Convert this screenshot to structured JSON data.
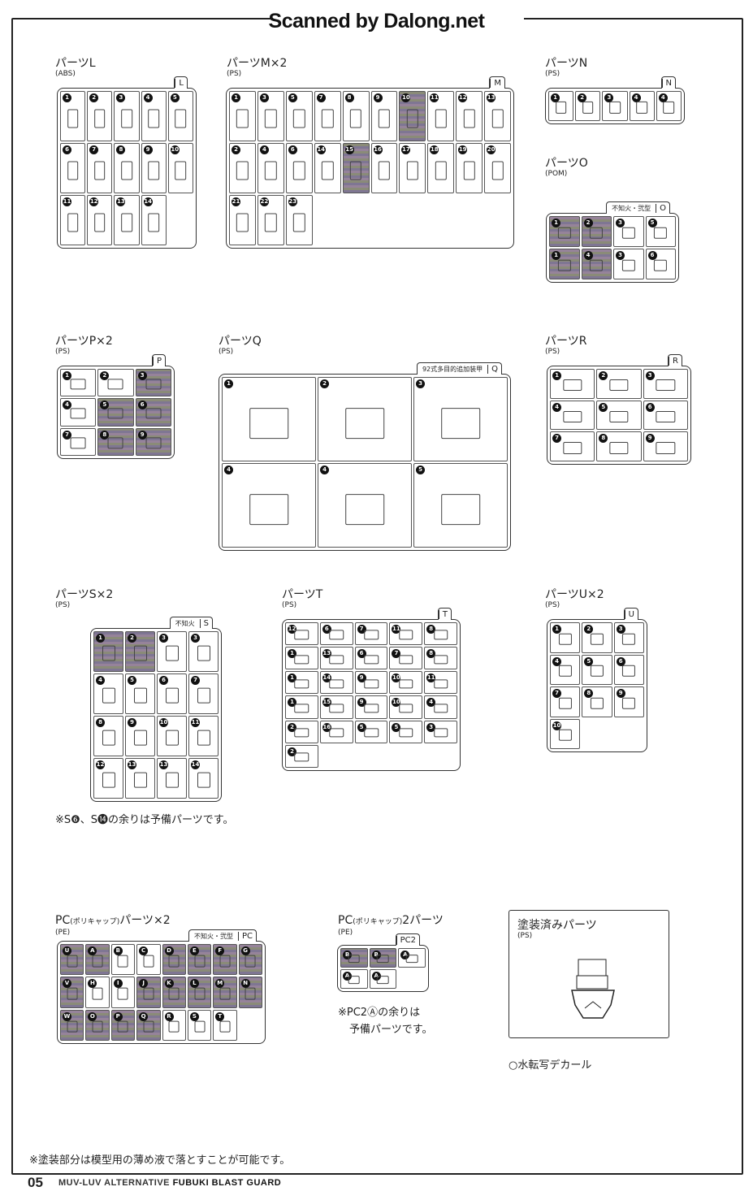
{
  "watermark": "Scanned by Dalong.net",
  "sprues": [
    {
      "id": "L",
      "title": "パーツL",
      "material": "(ABS)",
      "tag_letter": "L",
      "tag_label": "",
      "parts": [
        "1",
        "2",
        "3",
        "4",
        "5",
        "6",
        "7",
        "8",
        "9",
        "10",
        "11",
        "12",
        "13",
        "14"
      ],
      "shaded": []
    },
    {
      "id": "M",
      "title": "パーツM×2",
      "material": "(PS)",
      "tag_letter": "M",
      "tag_label": "",
      "parts": [
        "1",
        "3",
        "5",
        "7",
        "8",
        "9",
        "10",
        "11",
        "12",
        "13",
        "2",
        "4",
        "6",
        "14",
        "15",
        "16",
        "17",
        "18",
        "19",
        "20",
        "21",
        "22",
        "23"
      ],
      "shaded": [
        "10",
        "15"
      ]
    },
    {
      "id": "N",
      "title": "パーツN",
      "material": "(PS)",
      "tag_letter": "N",
      "tag_label": "",
      "parts": [
        "1",
        "2",
        "3",
        "4",
        "4"
      ],
      "shaded": []
    },
    {
      "id": "O",
      "title": "パーツO",
      "material": "(POM)",
      "tag_letter": "O",
      "tag_label": "不知火・弐型",
      "parts": [
        "1",
        "2",
        "3",
        "5",
        "1",
        "4",
        "3",
        "6"
      ],
      "shaded": [
        "1",
        "2",
        "4"
      ]
    },
    {
      "id": "P",
      "title": "パーツP×2",
      "material": "(PS)",
      "tag_letter": "P",
      "tag_label": "",
      "parts": [
        "1",
        "2",
        "3",
        "4",
        "5",
        "6",
        "7",
        "8",
        "9"
      ],
      "shaded": [
        "3",
        "5",
        "6",
        "8",
        "9"
      ]
    },
    {
      "id": "Q",
      "title": "パーツQ",
      "material": "(PS)",
      "tag_letter": "Q",
      "tag_label": "92式多目的追加装甲",
      "parts": [
        "1",
        "2",
        "3",
        "4",
        "4",
        "5"
      ],
      "shaded": []
    },
    {
      "id": "R",
      "title": "パーツR",
      "material": "(PS)",
      "tag_letter": "R",
      "tag_label": "",
      "parts": [
        "1",
        "2",
        "3",
        "4",
        "5",
        "6",
        "7",
        "8",
        "9"
      ],
      "shaded": []
    },
    {
      "id": "S",
      "title": "パーツS×2",
      "material": "(PS)",
      "tag_letter": "S",
      "tag_label": "不知火",
      "parts": [
        "1",
        "2",
        "3",
        "3",
        "4",
        "5",
        "6",
        "7",
        "8",
        "9",
        "10",
        "11",
        "12",
        "13",
        "13",
        "14"
      ],
      "shaded": [
        "1",
        "2"
      ]
    },
    {
      "id": "T",
      "title": "パーツT",
      "material": "(PS)",
      "tag_letter": "T",
      "tag_label": "",
      "parts": [
        "12",
        "6",
        "7",
        "11",
        "8",
        "1",
        "13",
        "6",
        "7",
        "8",
        "1",
        "14",
        "9",
        "10",
        "11",
        "1",
        "15",
        "9",
        "10",
        "4",
        "2",
        "16",
        "5",
        "5",
        "3",
        "2"
      ],
      "shaded": []
    },
    {
      "id": "U",
      "title": "パーツU×2",
      "material": "(PS)",
      "tag_letter": "U",
      "tag_label": "",
      "parts": [
        "1",
        "2",
        "3",
        "4",
        "5",
        "6",
        "7",
        "8",
        "9",
        "10"
      ],
      "shaded": []
    },
    {
      "id": "PC",
      "title": "PC",
      "title_small": "(ポリキャップ)",
      "title_rest": "パーツ×2",
      "material": "(PE)",
      "tag_letter": "PC",
      "tag_label": "不知火・弐型",
      "parts": [
        "U",
        "A",
        "B",
        "C",
        "D",
        "E",
        "F",
        "G",
        "V",
        "H",
        "I",
        "J",
        "K",
        "L",
        "M",
        "N",
        "W",
        "O",
        "P",
        "Q",
        "R",
        "S",
        "T"
      ],
      "shaded": [
        "U",
        "V",
        "W",
        "A",
        "D",
        "E",
        "F",
        "G",
        "J",
        "K",
        "L",
        "M",
        "N",
        "O",
        "P",
        "Q"
      ]
    },
    {
      "id": "PC2",
      "title": "PC",
      "title_small": "(ポリキャップ)",
      "title_rest": "2パーツ",
      "material": "(PE)",
      "tag_letter": "PC2",
      "tag_label": "",
      "parts": [
        "B",
        "B",
        "A",
        "A",
        "A"
      ],
      "shaded": [
        "B"
      ]
    }
  ],
  "notes": {
    "s_spare": "※S❻、S⓮の余りは予備パーツです。",
    "pc2_spare_1": "※PC2Ⓐの余りは",
    "pc2_spare_2": "予備パーツです。",
    "painted_title": "塗装済みパーツ",
    "painted_material": "(PS)",
    "decal": "○水転写デカール",
    "paint_removal": "※塗装部分は模型用の薄め液で落とすことが可能です。"
  },
  "footer": {
    "page": "05",
    "series": "MUV-LUV ALTERNATIVE",
    "title": "FUBUKI BLAST GUARD"
  }
}
